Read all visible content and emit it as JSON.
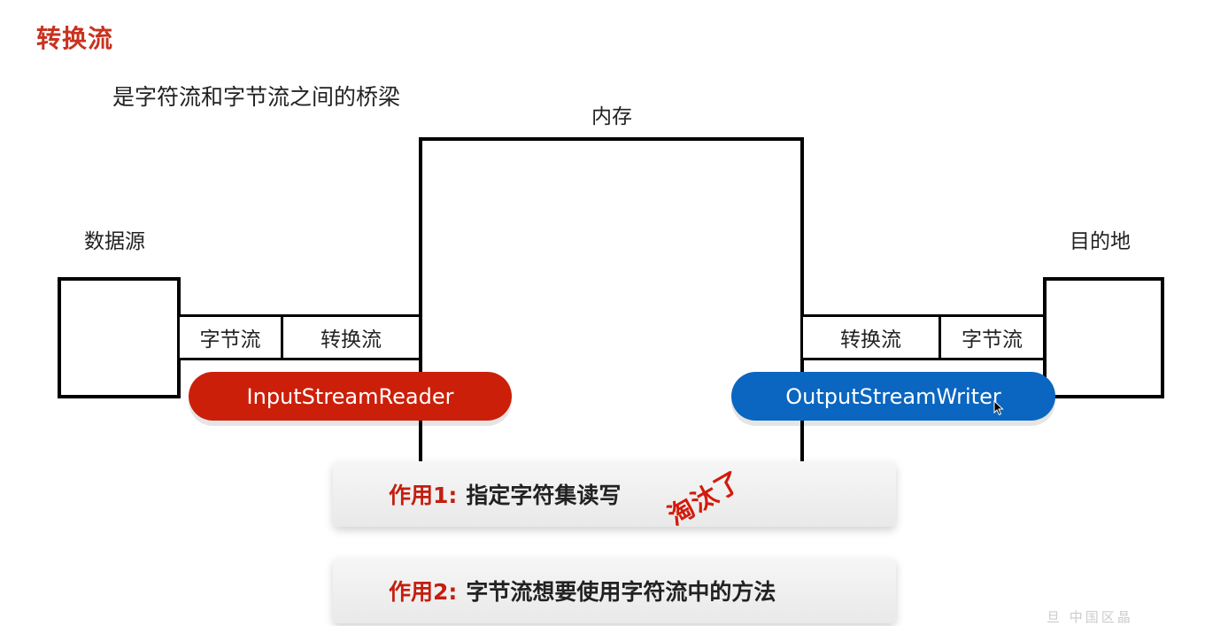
{
  "title": "转换流",
  "subtitle": "是字符流和字节流之间的桥梁",
  "memory_label": "内存",
  "source_label": "数据源",
  "destination_label": "目的地",
  "left_stream": {
    "cell1": "字节流",
    "cell2": "转换流",
    "pill": "InputStreamReader",
    "pill_color": "#cc1f0a"
  },
  "right_stream": {
    "cell1": "转换流",
    "cell2": "字节流",
    "pill": "OutputStreamWriter",
    "pill_color": "#0a66c0"
  },
  "purposes": [
    {
      "key": "作用1:",
      "text": "指定字符集读写"
    },
    {
      "key": "作用2:",
      "text": "字节流想要使用字符流中的方法"
    }
  ],
  "stamp": "淘汰了",
  "watermark": "旦 中国区晶"
}
